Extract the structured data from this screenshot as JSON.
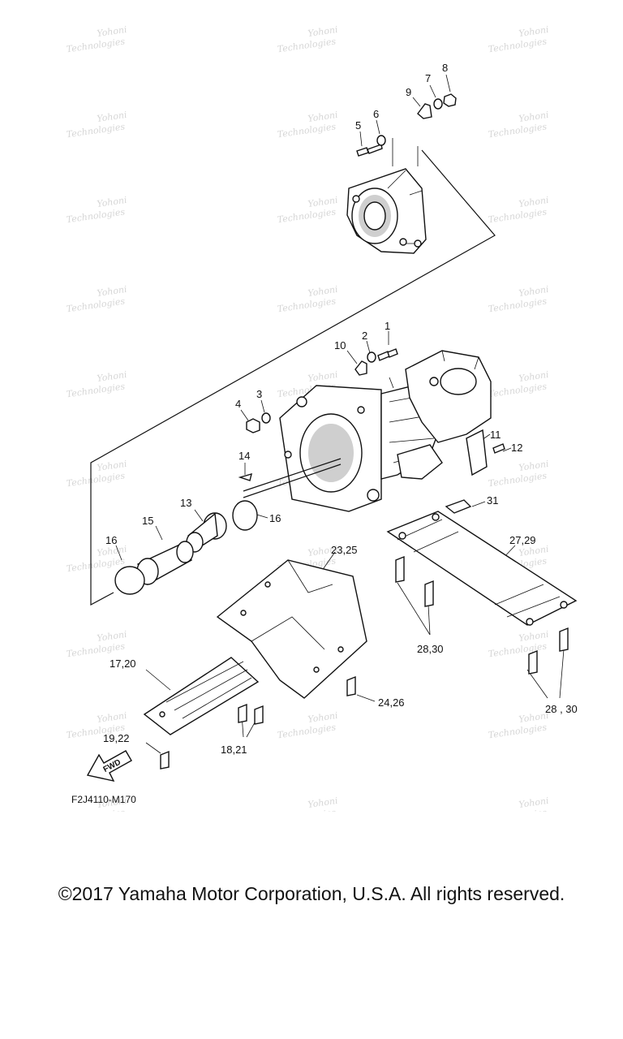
{
  "diagram_code": "F2J4110-M170",
  "direction_arrow": {
    "label": "FWD",
    "icon": "fwd-arrow-icon"
  },
  "callouts": {
    "c1": "1",
    "c2": "2",
    "c3": "3",
    "c4": "4",
    "c5": "5",
    "c6": "6",
    "c7": "7",
    "c8": "8",
    "c9": "9",
    "c10": "10",
    "c11": "11",
    "c12": "12",
    "c13": "13",
    "c14": "14",
    "c15": "15",
    "c16a": "16",
    "c16b": "16",
    "c17_20": "17,20",
    "c18_21": "18,21",
    "c19_22": "19,22",
    "c23_25": "23,25",
    "c24_26": "24,26",
    "c27_29": "27,29",
    "c28_30a": "28,30",
    "c28_30b": "28 , 30",
    "c31": "31"
  },
  "watermark": {
    "line1": "Yohoni",
    "line2": "Technologies"
  },
  "copyright": "©2017 Yamaha Motor Corporation, U.S.A. All rights reserved."
}
